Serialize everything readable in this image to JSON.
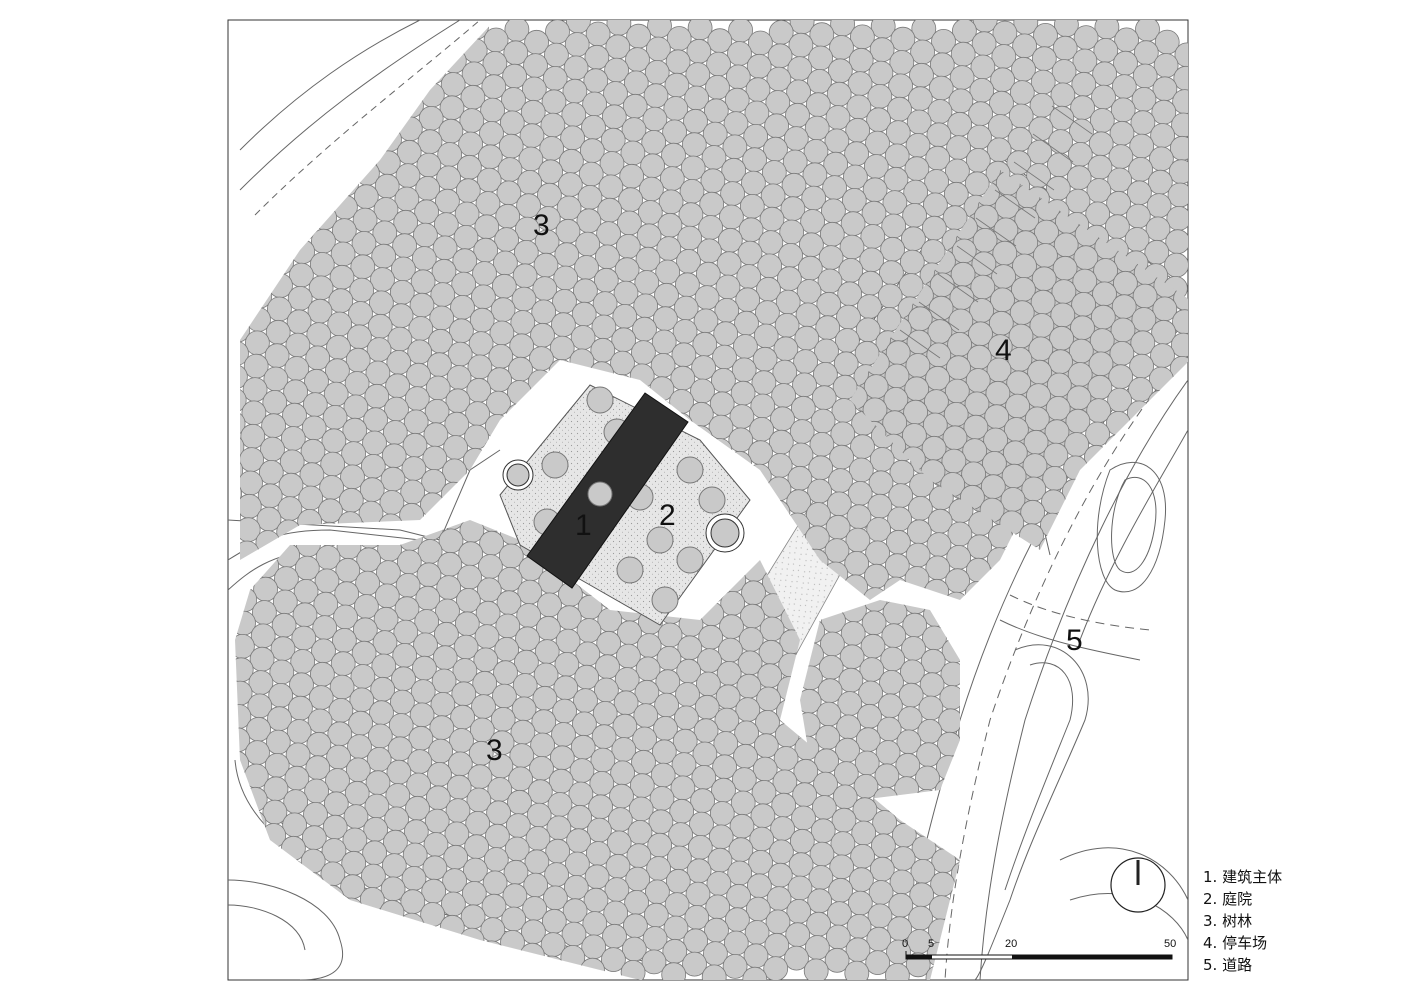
{
  "zone_labels": {
    "building": "1",
    "courtyard": "2",
    "forest_north": "3",
    "forest_south": "3",
    "parking": "4",
    "road": "5"
  },
  "legend": [
    {
      "number": "1.",
      "text": "建筑主体"
    },
    {
      "number": "2.",
      "text": "庭院"
    },
    {
      "number": "3.",
      "text": "树林"
    },
    {
      "number": "4.",
      "text": "停车场"
    },
    {
      "number": "5.",
      "text": "道路"
    }
  ],
  "scale_bar": {
    "ticks": [
      "0",
      "5",
      "20",
      "50"
    ]
  },
  "north_arrow": "north-arrow-icon",
  "colors": {
    "tree_fill": "#c9c9c9",
    "tree_stroke": "#7a7a7a",
    "building_fill": "#2e2e2e",
    "courtyard_fill": "#dedede",
    "line": "#555555"
  }
}
